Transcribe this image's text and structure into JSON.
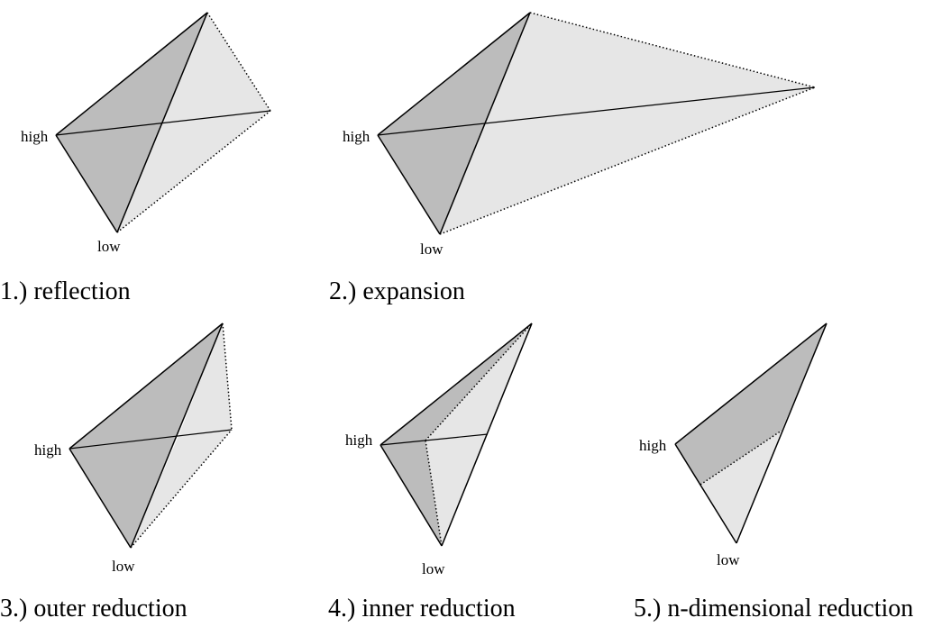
{
  "colors": {
    "simplex_fill": "#bcbcbc",
    "step_fill": "#e6e6e6",
    "stroke": "#000000"
  },
  "panels": [
    {
      "caption": "1.) reflection",
      "label_high": "high",
      "label_low": "low"
    },
    {
      "caption": "2.) expansion",
      "label_high": "high",
      "label_low": "low"
    },
    {
      "caption": "3.) outer reduction",
      "label_high": "high",
      "label_low": "low"
    },
    {
      "caption": "4.) inner reduction",
      "label_high": "high",
      "label_low": "low"
    },
    {
      "caption": "5.) n-dimensional reduction",
      "label_high": "high",
      "label_low": "low"
    }
  ]
}
